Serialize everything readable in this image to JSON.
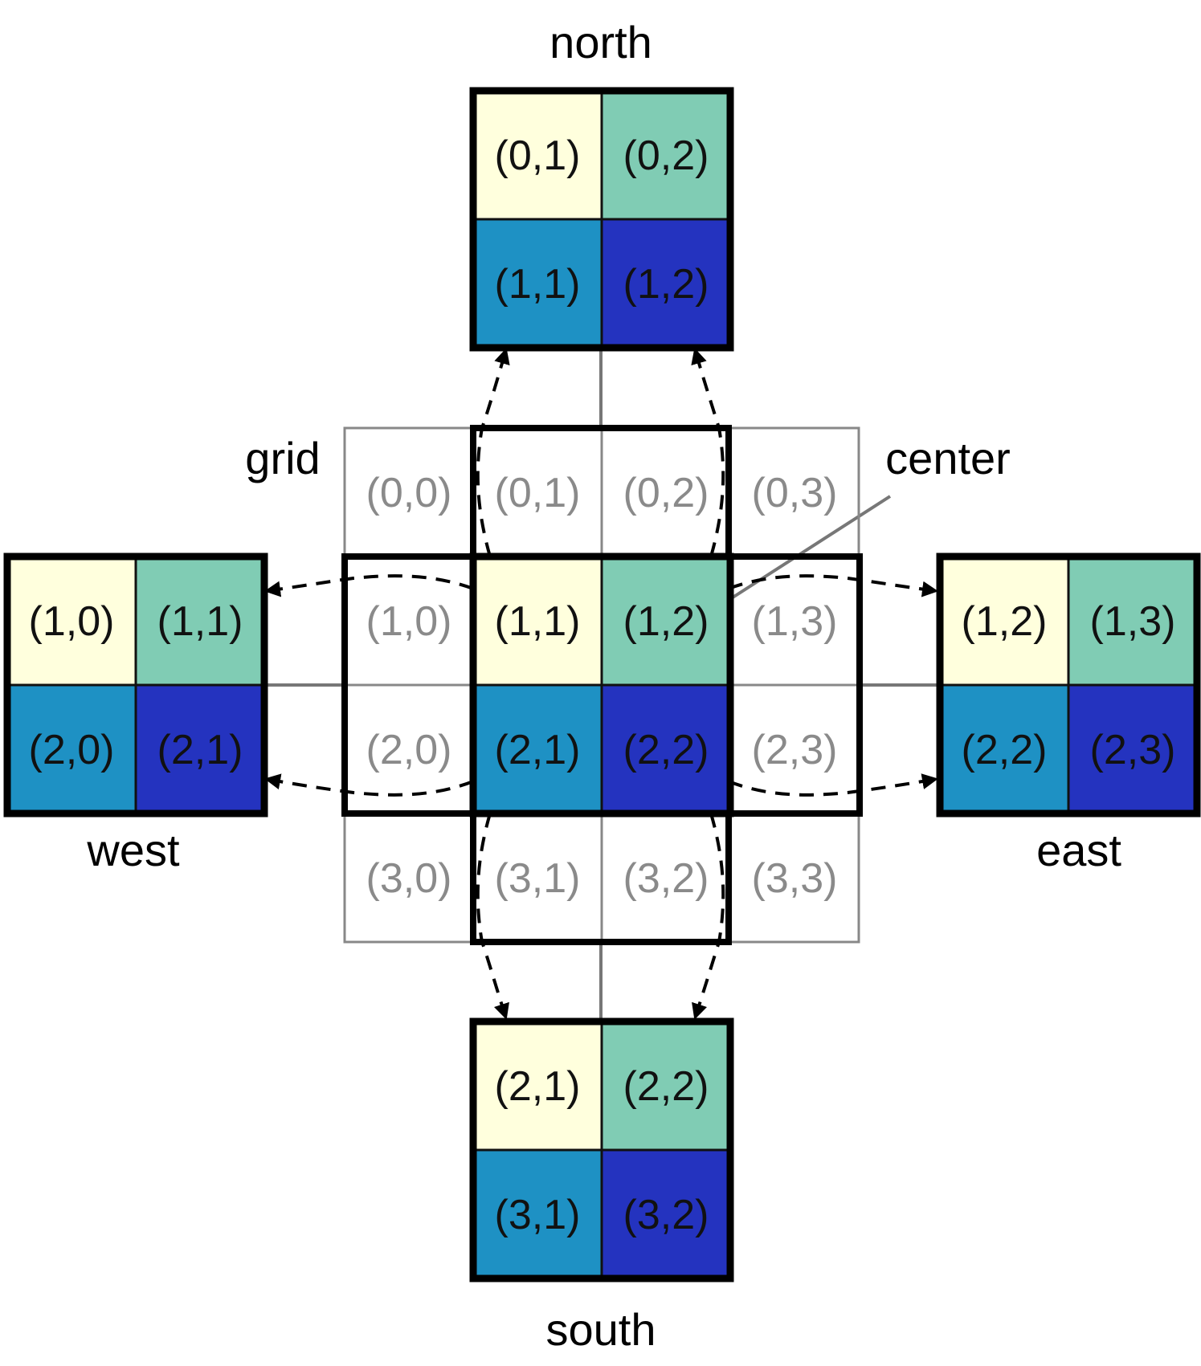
{
  "labels": {
    "north": "north",
    "south": "south",
    "west": "west",
    "east": "east",
    "grid": "grid",
    "center": "center"
  },
  "colors": {
    "r0c0": "#ffffdd",
    "r0c1": "#80ccb4",
    "r1c0": "#1e91c4",
    "r1c1": "#2433bf",
    "grid_line": "#888888",
    "frame": "#000000"
  },
  "grid": {
    "cells": [
      [
        "(0,0)",
        "(0,1)",
        "(0,2)",
        "(0,3)"
      ],
      [
        "(1,0)",
        "(1,1)",
        "(1,2)",
        "(1,3)"
      ],
      [
        "(2,0)",
        "(2,1)",
        "(2,2)",
        "(2,3)"
      ],
      [
        "(3,0)",
        "(3,1)",
        "(3,2)",
        "(3,3)"
      ]
    ]
  },
  "blocks": {
    "north": [
      [
        "(0,1)",
        "(0,2)"
      ],
      [
        "(1,1)",
        "(1,2)"
      ]
    ],
    "south": [
      [
        "(2,1)",
        "(2,2)"
      ],
      [
        "(3,1)",
        "(3,2)"
      ]
    ],
    "west": [
      [
        "(1,0)",
        "(1,1)"
      ],
      [
        "(2,0)",
        "(2,1)"
      ]
    ],
    "east": [
      [
        "(1,2)",
        "(1,3)"
      ],
      [
        "(2,2)",
        "(2,3)"
      ]
    ]
  }
}
